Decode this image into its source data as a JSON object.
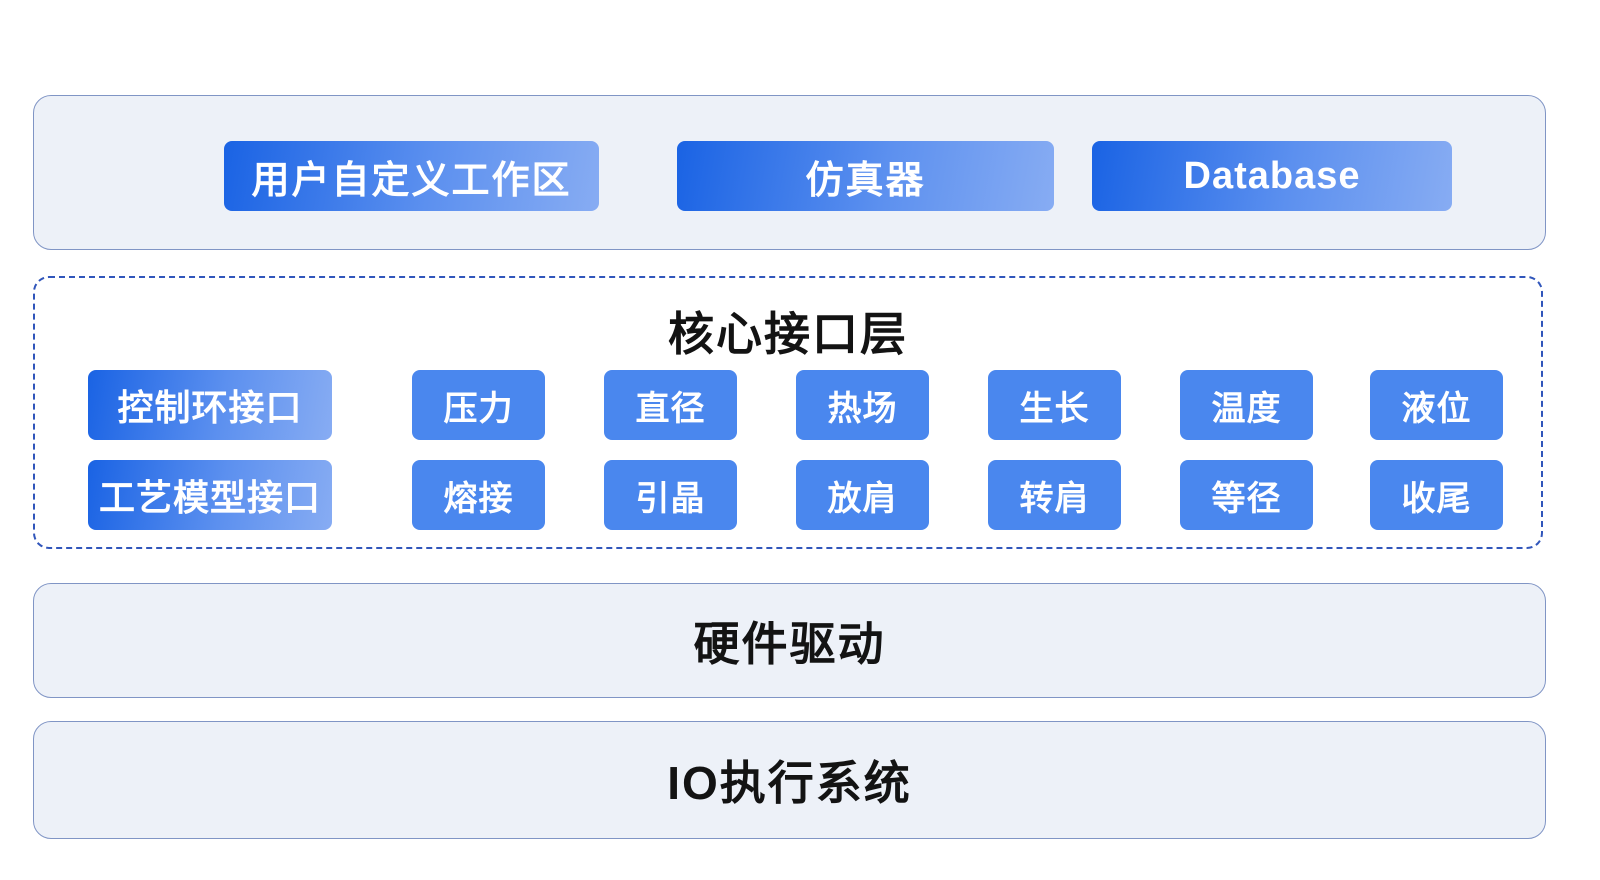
{
  "palette": {
    "panel_bg": "#EDF1F8",
    "panel_border": "#8095C5",
    "dashed_border": "#3156BB",
    "button_flat": "#4A87EE",
    "button_gradient_start": "#1A63E4",
    "button_gradient_end": "#87ACF3",
    "button_text": "#FFFFFF",
    "heading_text": "#131313"
  },
  "top_layer": {
    "buttons": {
      "user_workspace": "用户自定义工作区",
      "simulator": "仿真器",
      "database": "Database"
    }
  },
  "core_layer": {
    "title": "核心接口层",
    "row1": [
      "控制环接口",
      "压力",
      "直径",
      "热场",
      "生长",
      "温度",
      "液位"
    ],
    "row2": [
      "工艺模型接口",
      "熔接",
      "引晶",
      "放肩",
      "转肩",
      "等径",
      "收尾"
    ]
  },
  "hardware_layer": {
    "label": "硬件驱动"
  },
  "io_layer": {
    "label": "IO执行系统"
  }
}
